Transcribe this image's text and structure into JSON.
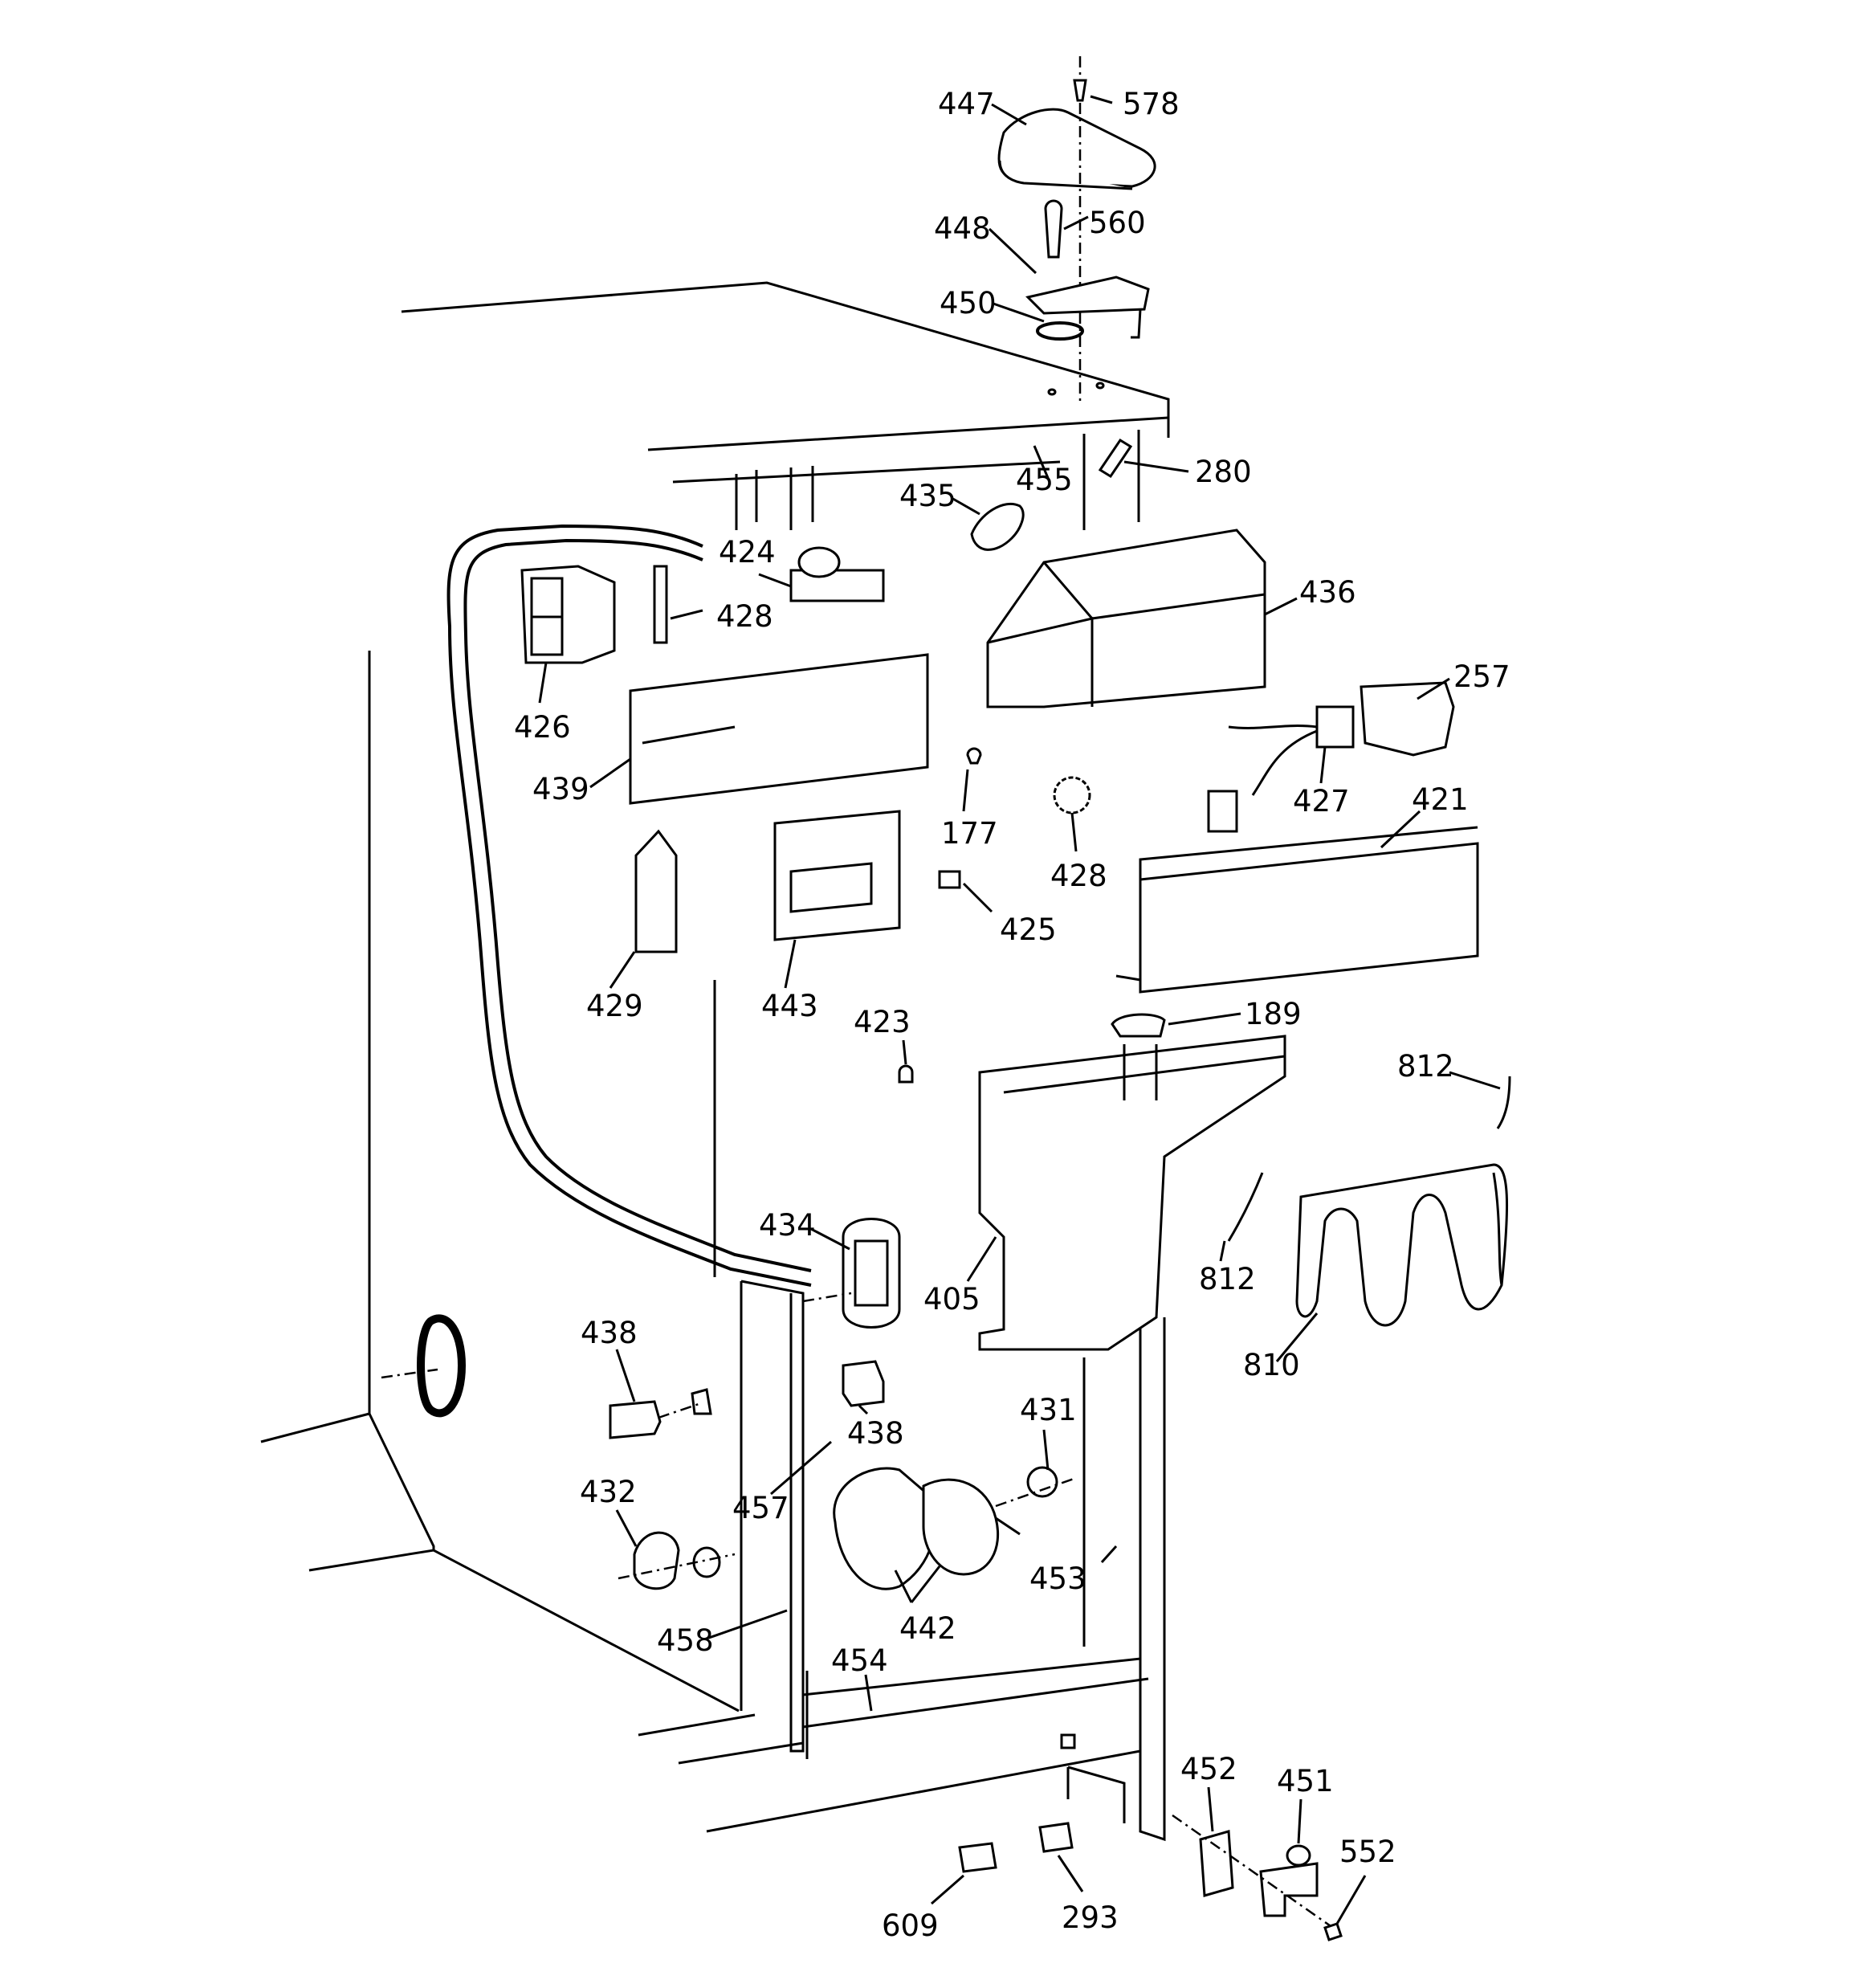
{
  "labels": {
    "p447": "447",
    "p578": "578",
    "p448": "448",
    "p560": "560",
    "p450": "450",
    "p455": "455",
    "p280": "280",
    "p435": "435",
    "p424": "424",
    "p428a": "428",
    "p436": "436",
    "p257": "257",
    "p426": "426",
    "p439": "439",
    "p177": "177",
    "p428b": "428",
    "p427": "427",
    "p421": "421",
    "p429": "429",
    "p443": "443",
    "p425": "425",
    "p423": "423",
    "p189": "189",
    "p812a": "812",
    "p812b": "812",
    "p434": "434",
    "p405": "405",
    "p810": "810",
    "p438a": "438",
    "p438b": "438",
    "p431": "431",
    "p432": "432",
    "p457": "457",
    "p453": "453",
    "p442": "442",
    "p458": "458",
    "p454": "454",
    "p452": "452",
    "p451": "451",
    "p552": "552",
    "p609": "609",
    "p293": "293"
  }
}
